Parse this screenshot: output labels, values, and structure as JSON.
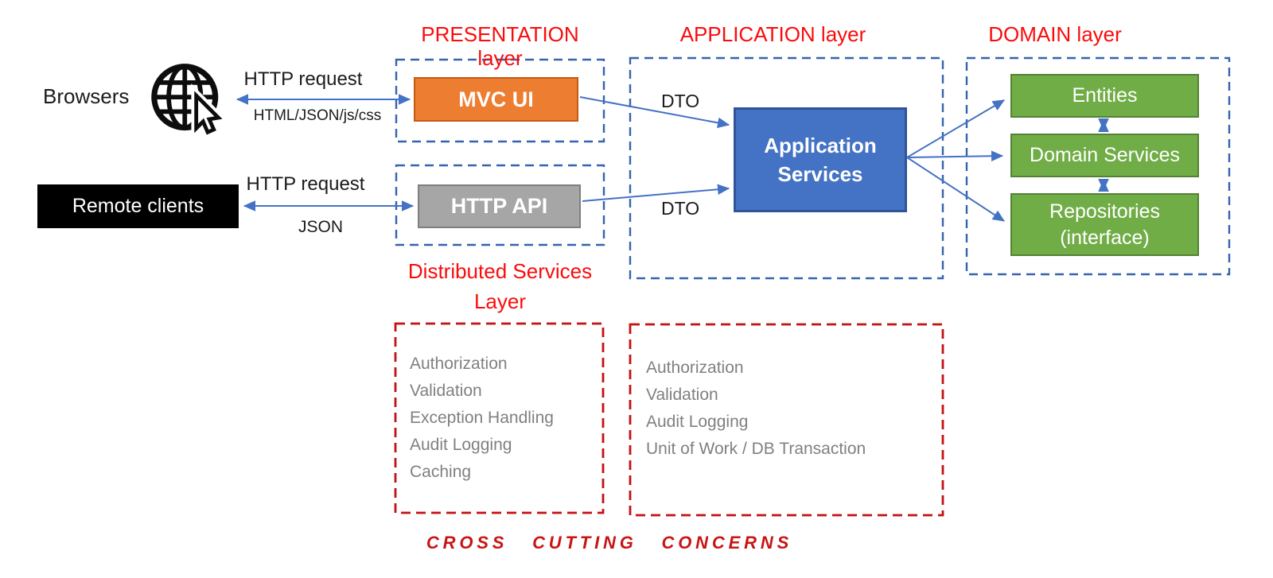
{
  "layers": {
    "presentation": "PRESENTATION layer",
    "application": "APPLICATION layer",
    "domain": "DOMAIN layer",
    "distributed_line1": "Distributed Services",
    "distributed_line2": "Layer"
  },
  "nodes": {
    "browsers": "Browsers",
    "remote_clients": "Remote clients",
    "mvc_ui": "MVC UI",
    "http_api": "HTTP API",
    "app_services_line1": "Application",
    "app_services_line2": "Services",
    "entities": "Entities",
    "domain_services": "Domain Services",
    "repositories_line1": "Repositories",
    "repositories_line2": "(interface)"
  },
  "edges": {
    "browser_top": "HTTP request",
    "browser_bottom": "HTML/JSON/js/css",
    "client_top": "HTTP request",
    "client_bottom": "JSON",
    "dto_top": "DTO",
    "dto_bottom": "DTO"
  },
  "cross_cutting": {
    "title": "CROSS CUTTING CONCERNS",
    "distributed_items": [
      "Authorization",
      "Validation",
      "Exception Handling",
      "Audit Logging",
      "Caching"
    ],
    "application_items": [
      "Authorization",
      "Validation",
      "Audit Logging",
      "Unit of Work / DB Transaction"
    ]
  },
  "colors": {
    "orange": "#ED7D31",
    "orange_border": "#C55A11",
    "gray": "#A6A6A6",
    "gray_border": "#7F7F7F",
    "blue": "#4472C4",
    "blue_border": "#2F5597",
    "green": "#70AD47",
    "green_border": "#548235",
    "dash_blue": "#3563AE",
    "dash_red": "#C41111",
    "arrow_blue": "#4472C4",
    "label_red": "#FB0B0B",
    "title_red": "#C81414",
    "concern_gray": "#808080",
    "ink": "#1B1B1B"
  }
}
